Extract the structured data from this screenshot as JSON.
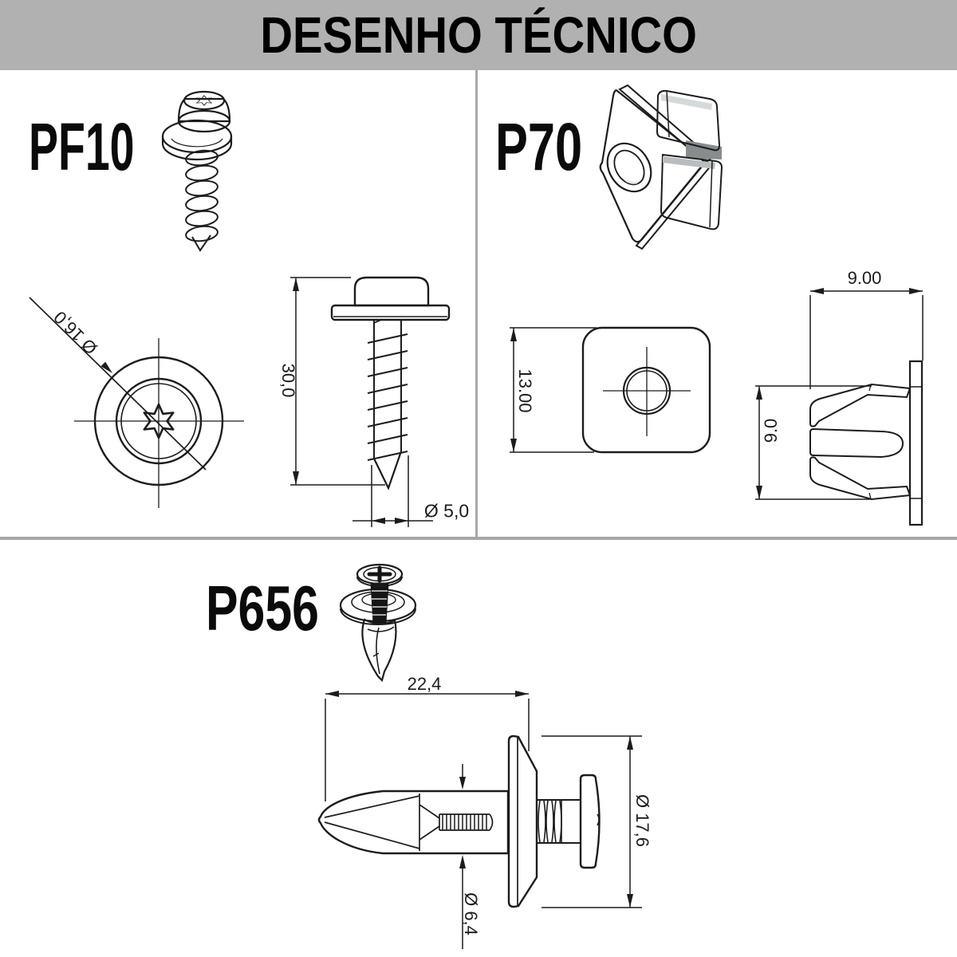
{
  "title": "DESENHO TÉCNICO",
  "colors": {
    "banner_bg": "#b1b1b1",
    "divider": "#a8a8a8",
    "ink": "#1c1c1c",
    "render_dark_gray": "#8e9294",
    "render_light_gray": "#c9cdce"
  },
  "sections": {
    "pf10": {
      "label": "PF10",
      "dimensions": {
        "head_diameter": "Ø 16,0",
        "length": "30,0",
        "thread_diameter": "Ø 5,0"
      }
    },
    "p70": {
      "label": "P70",
      "dimensions": {
        "front_height": "13.00",
        "depth": "9.00",
        "side_height": "9.0"
      }
    },
    "p656": {
      "label": "P656",
      "dimensions": {
        "length": "22,4",
        "flange_diameter": "Ø 17,6",
        "shank_diameter": "Ø 6,4"
      }
    }
  }
}
